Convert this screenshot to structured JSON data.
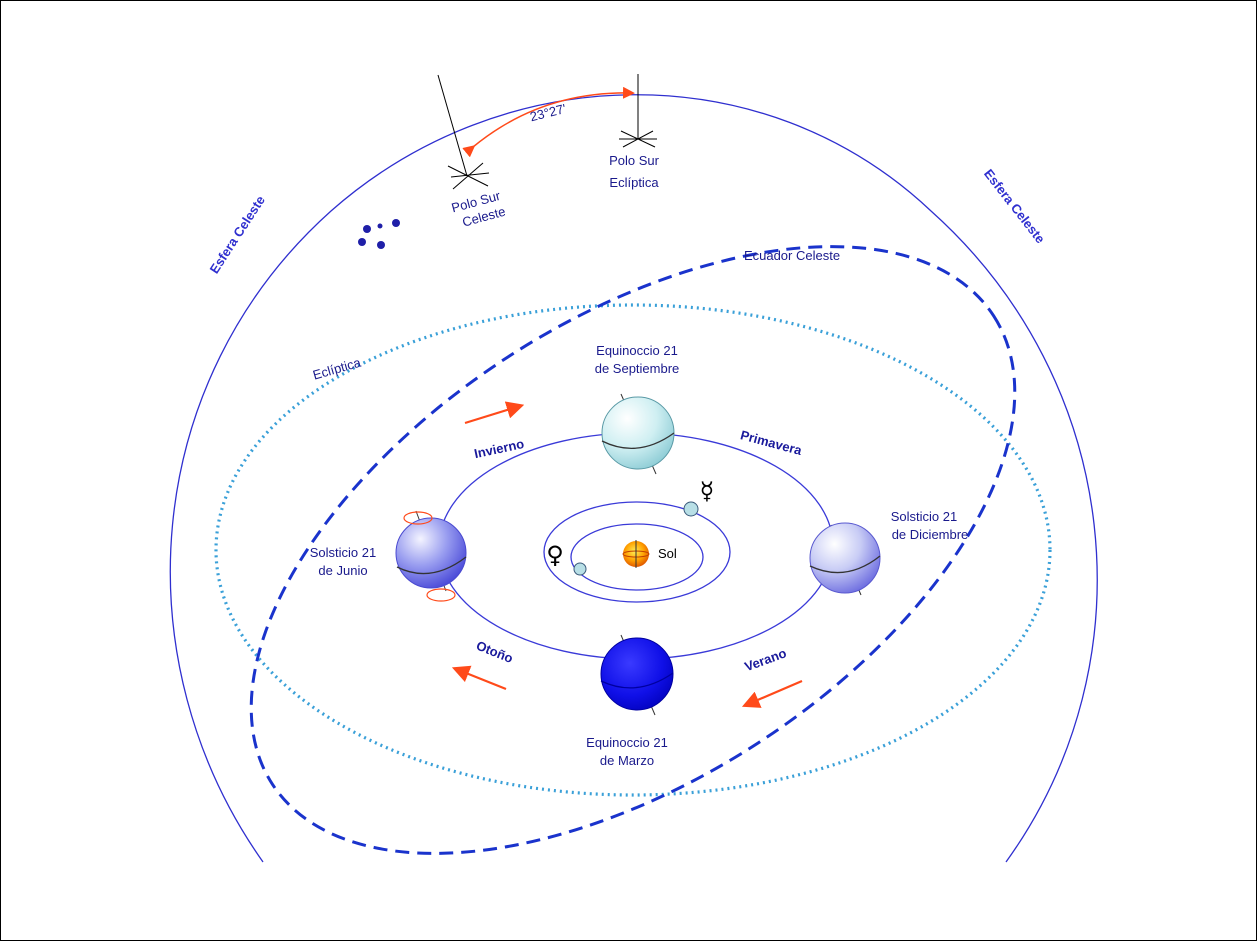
{
  "colors": {
    "border": "#000000",
    "sphere": "#2f2fcf",
    "label": "#1a1a8c",
    "ecliptic": "#3aa0d8",
    "equator": "#1a33cc",
    "arrow": "#ff4a1a",
    "sun": "#ff8a00"
  },
  "labels": {
    "esfera_left": "Esfera Celeste",
    "esfera_right": "Esfera Celeste",
    "angle": "23°27'",
    "polo_celeste_1": "Polo Sur",
    "polo_celeste_2": "Celeste",
    "polo_ecliptica_1": "Polo Sur",
    "polo_ecliptica_2": "Eclíptica",
    "ecuador": "Ecuador Celeste",
    "ecliptica": "Eclíptica",
    "eq_sep_1": "Equinoccio 21",
    "eq_sep_2": "de Septiembre",
    "sol_dic_1": "Solsticio 21",
    "sol_dic_2": "de Diciembre",
    "sol_jun_1": "Solsticio 21",
    "sol_jun_2": "de Junio",
    "eq_mar_1": "Equinoccio 21",
    "eq_mar_2": "de Marzo",
    "invierno": "Invierno",
    "primavera": "Primavera",
    "otono": "Otoño",
    "verano": "Verano",
    "sol": "Sol",
    "mercury_symbol": "☿",
    "venus_symbol": "♀"
  },
  "icons": {
    "earth": "earth-icon",
    "sun": "sun-icon",
    "arrow": "orbit-direction-arrow-icon",
    "stars": "star-cluster-icon"
  }
}
